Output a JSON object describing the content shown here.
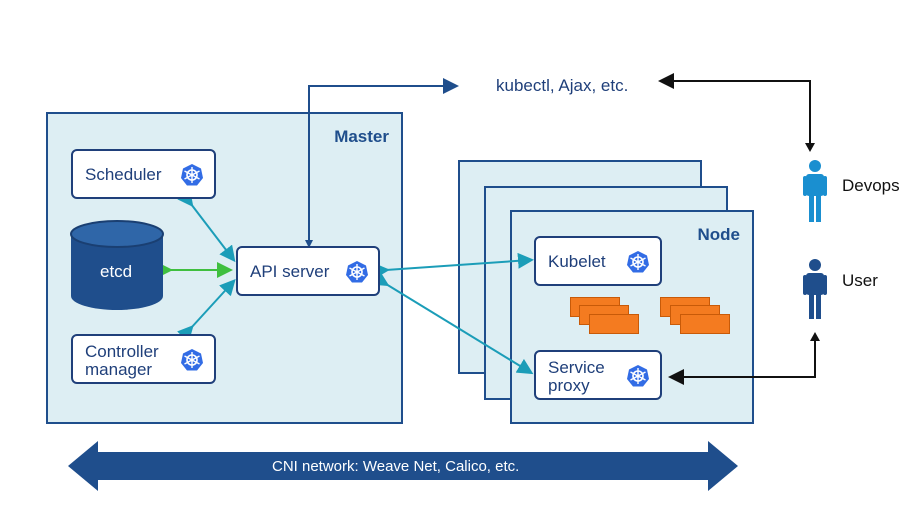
{
  "master": {
    "title": "Master"
  },
  "node": {
    "title": "Node"
  },
  "components": {
    "scheduler": "Scheduler",
    "etcd": "etcd",
    "api_server": "API server",
    "controller_manager": [
      "Controller",
      "manager"
    ],
    "kubelet": "Kubelet",
    "service_proxy": [
      "Service",
      "proxy"
    ]
  },
  "clients": {
    "label": "kubectl, Ajax, etc."
  },
  "actors": {
    "devops": "Devops",
    "user": "User"
  },
  "network": {
    "label": "CNI network: Weave Net, Calico, etc."
  },
  "icons": {
    "component_icon": "kubernetes-helm-icon",
    "actor_icon": "person-icon"
  },
  "colors": {
    "panel_fill": "#ddeef3",
    "panel_border": "#1f4e8c",
    "component_border": "#1f3f7a",
    "icon_blue": "#326ce5",
    "arrow_teal": "#1b9db8",
    "arrow_green": "#3fbf3f",
    "etcd_fill": "#1f4e8c",
    "pod_orange": "#f47b20",
    "network_fill": "#1f4e8c",
    "person_blue": "#1a8fd0",
    "person_navy": "#1f4e8c"
  }
}
